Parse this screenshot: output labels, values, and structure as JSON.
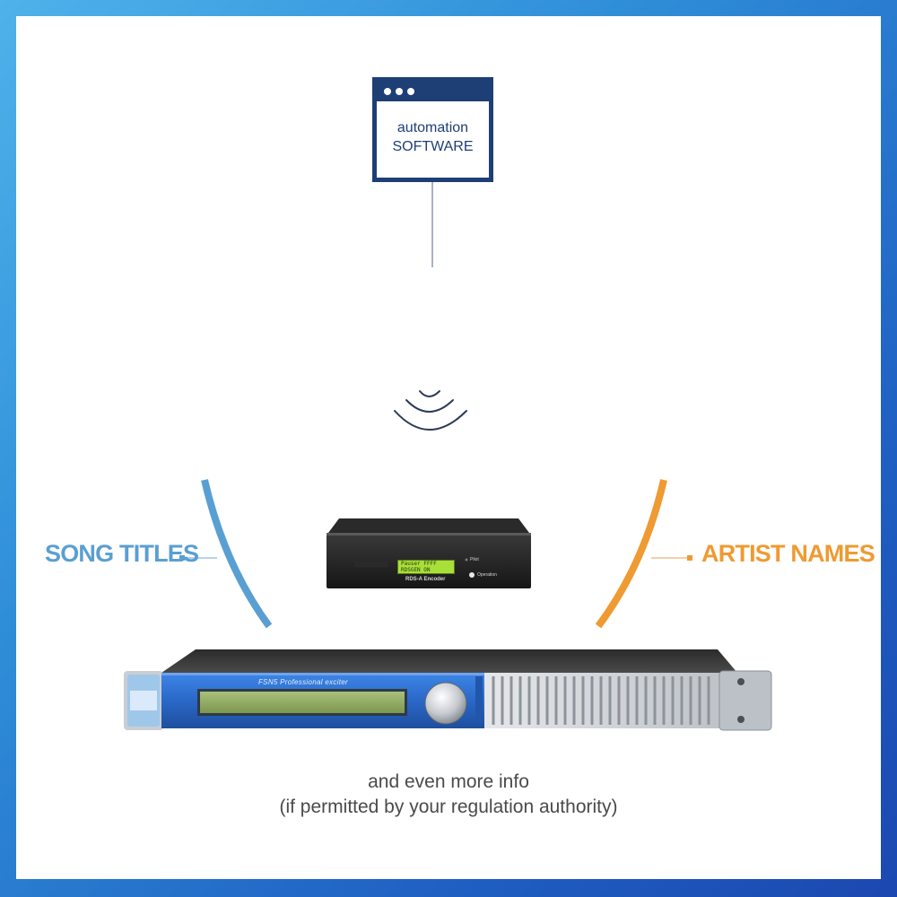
{
  "software": {
    "line1": "automation",
    "line2": "SOFTWARE"
  },
  "labels": {
    "song_titles": "SONG TITLES",
    "artist_names": "ARTIST NAMES"
  },
  "encoder": {
    "display_line1": "Pauser  FFFF",
    "display_line2": "RDSGEN ON",
    "name": "RDS-A Encoder",
    "pilot_label": "Pilot",
    "operation_label": "Operation"
  },
  "exciter": {
    "title": "FSN5 Professional exciter"
  },
  "caption": {
    "line1": "and even more info",
    "line2": "(if permitted by your regulation authority)"
  },
  "colors": {
    "frame_blue": "#2f8ed8",
    "navy": "#1e3f75",
    "song_blue": "#5a9fd2",
    "artist_orange": "#ef9a32",
    "exciter_blue": "#2b6fd0"
  }
}
